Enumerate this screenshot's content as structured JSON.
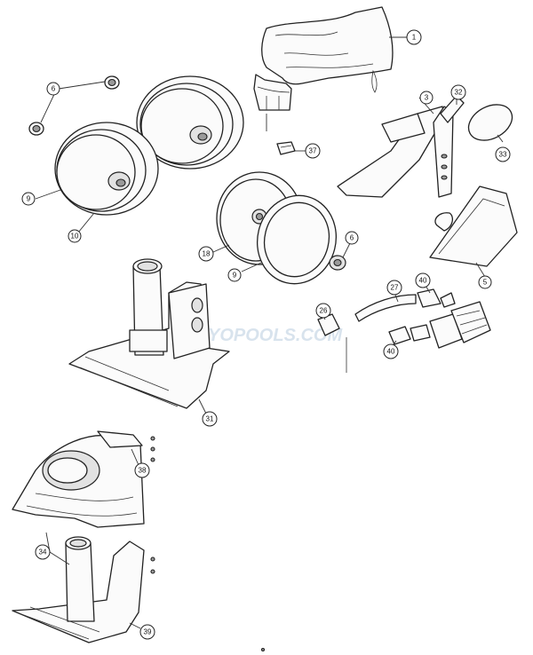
{
  "watermark": "INYOPOOLS.COM",
  "callouts": {
    "c1": "1",
    "c3": "3",
    "c32": "32",
    "c37": "37",
    "c6a": "6",
    "c9a": "9",
    "c10": "10",
    "c33": "33",
    "c5": "5",
    "c18": "18",
    "c9b": "9",
    "c6b": "6",
    "c27": "27",
    "c40a": "40",
    "c26": "26",
    "c40b": "40",
    "c31": "31",
    "c38": "38",
    "c34": "34",
    "c39": "39"
  }
}
